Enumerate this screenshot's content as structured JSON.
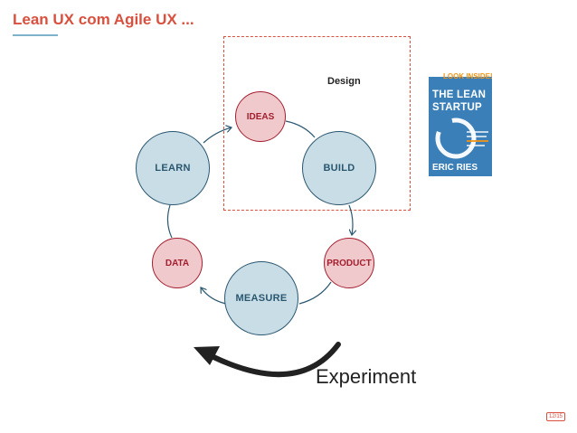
{
  "slide": {
    "title": "Lean UX com Agile UX ...",
    "page_indicator": "12/15"
  },
  "design_box": {
    "label": "Design"
  },
  "cycle": {
    "nodes": {
      "ideas": "IDEAS",
      "build": "BUILD",
      "product": "PRODUCT",
      "measure": "MEASURE",
      "data": "DATA",
      "learn": "LEARN"
    }
  },
  "experiment": {
    "label": "Experiment"
  },
  "book": {
    "badge": "LOOK INSIDE!",
    "title_line1": "THE LEAN",
    "title_line2": "STARTUP",
    "author": "ERIC RIES"
  },
  "colors": {
    "title": "#d9503f",
    "blue_node_fill": "#c9dde6",
    "blue_node_stroke": "#2a5770",
    "red_node_fill": "#f0c9cd",
    "red_node_stroke": "#a31f2e",
    "design_box_border": "#d9503f"
  }
}
